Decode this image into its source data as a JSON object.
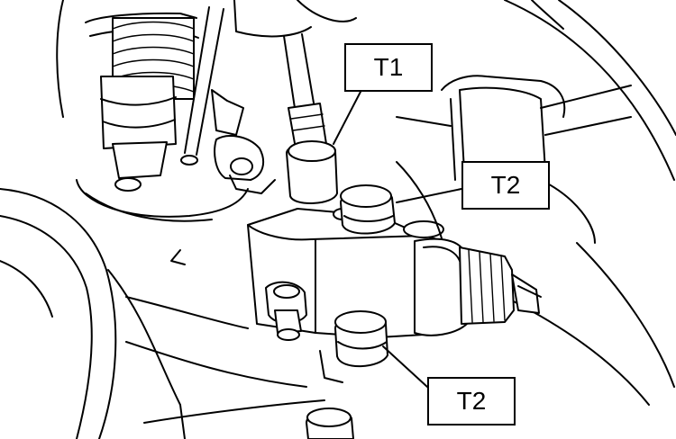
{
  "diagram": {
    "callouts": [
      {
        "id": "t1",
        "label": "T1"
      },
      {
        "id": "t2-upper",
        "label": "T2"
      },
      {
        "id": "t2-lower",
        "label": "T2"
      }
    ]
  }
}
